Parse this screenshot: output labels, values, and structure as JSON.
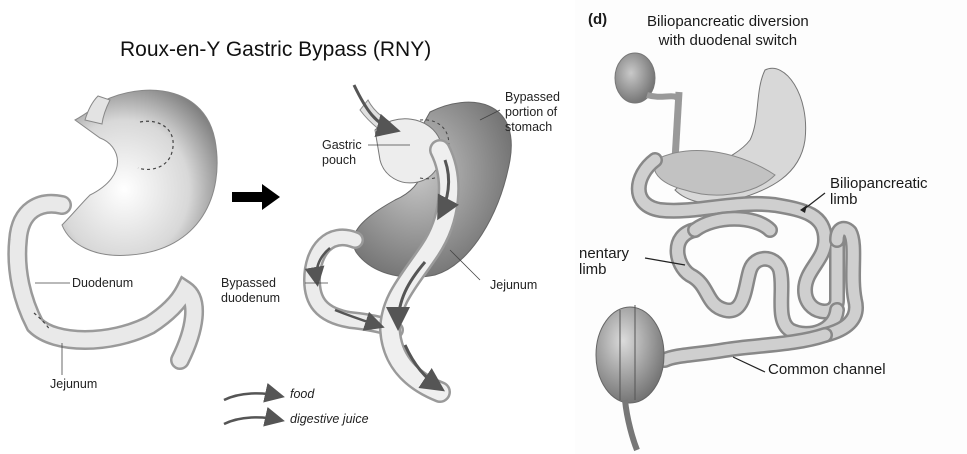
{
  "left_panel": {
    "title": "Roux-en-Y Gastric Bypass (RNY)",
    "labels": {
      "duodenum": "Duodenum",
      "jejunum": "Jejunum",
      "gastric_pouch": "Gastric\npouch",
      "bypassed_stomach": "Bypassed\nportion of\nstomach",
      "bypassed_duodenum": "Bypassed\nduodenum",
      "jejunum_after": "Jejunum"
    },
    "legend": {
      "food": "food",
      "digestive_juice": "digestive juice"
    }
  },
  "right_panel": {
    "panel_letter": "(d)",
    "title": "Biliopancreatic diversion\nwith duodenal switch",
    "labels": {
      "biliopancreatic_limb": "Biliopancreatic\nlimb",
      "alimentary_limb": "nentary\nlimb",
      "common_channel": "Common channel"
    }
  },
  "colors": {
    "organ_light": "#e6e6e6",
    "organ_dark": "#8a8a8a",
    "arrow": "#555555",
    "big_arrow": "#000000",
    "intestine_right": "#bdbdbd"
  }
}
